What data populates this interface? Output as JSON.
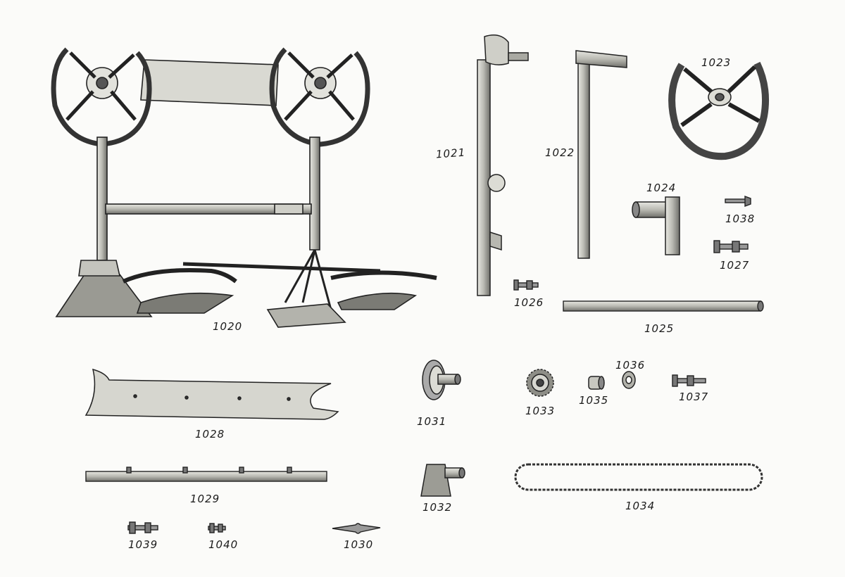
{
  "parts": [
    {
      "key": "p1020",
      "number": "1020"
    },
    {
      "key": "p1021",
      "number": "1021"
    },
    {
      "key": "p1022",
      "number": "1022"
    },
    {
      "key": "p1023",
      "number": "1023"
    },
    {
      "key": "p1024",
      "number": "1024"
    },
    {
      "key": "p1025",
      "number": "1025"
    },
    {
      "key": "p1026",
      "number": "1026"
    },
    {
      "key": "p1027",
      "number": "1027"
    },
    {
      "key": "p1028",
      "number": "1028"
    },
    {
      "key": "p1029",
      "number": "1029"
    },
    {
      "key": "p1030",
      "number": "1030"
    },
    {
      "key": "p1031",
      "number": "1031"
    },
    {
      "key": "p1032",
      "number": "1032"
    },
    {
      "key": "p1033",
      "number": "1033"
    },
    {
      "key": "p1034",
      "number": "1034"
    },
    {
      "key": "p1035",
      "number": "1035"
    },
    {
      "key": "p1036",
      "number": "1036"
    },
    {
      "key": "p1037",
      "number": "1037"
    },
    {
      "key": "p1038",
      "number": "1038"
    },
    {
      "key": "p1039",
      "number": "1039"
    },
    {
      "key": "p1040",
      "number": "1040"
    }
  ]
}
